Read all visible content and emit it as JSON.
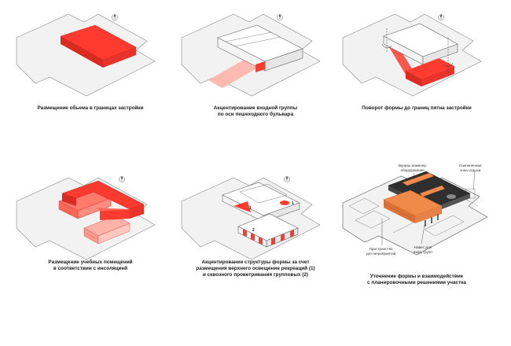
{
  "colors": {
    "accent": "#ff3b30",
    "accent_light": "#ffb3a8",
    "site": "#f2f2f2",
    "dark": "#333333",
    "orange": "#f08a4b",
    "outline": "#8a8a8a"
  },
  "panels": [
    {
      "caption": [
        "Размещение обьема в границах застройки"
      ]
    },
    {
      "caption": [
        "Акцентирование входной группы",
        "по оси пешеходного бульвара"
      ]
    },
    {
      "caption": [
        "Поворот формы до границ пятна застройки"
      ]
    },
    {
      "caption": [
        "Размещение учебных помещений",
        "в соответствии с инсоляцией"
      ]
    },
    {
      "caption": [
        "Акцентирование структуры формы за счет",
        "размещения верхнего освещение рекреаций (1)",
        "и сквозного проветривания групповых (2)"
      ],
      "markers": [
        "1",
        "1",
        "2"
      ]
    },
    {
      "caption": [
        "Уточнение формы и взаимодействие",
        "с планировочными решениями участка"
      ],
      "notes": [
        [
          "Экраны инженер.",
          "оборудования"
        ],
        [
          "Озелененная",
          "зона отдыха"
        ],
        [
          "Пространство",
          "для мероприятий"
        ],
        [
          "Навес для",
          "вход. групп"
        ]
      ]
    }
  ]
}
